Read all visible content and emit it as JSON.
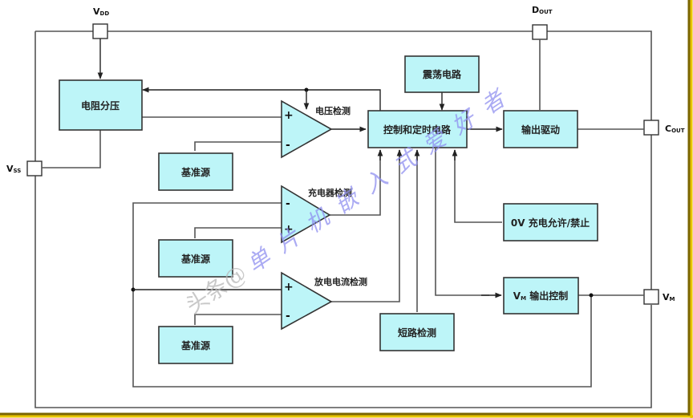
{
  "diagram": {
    "pins": {
      "vdd": {
        "main": "V",
        "sub": "DD"
      },
      "vss": {
        "main": "V",
        "sub": "SS"
      },
      "dout": {
        "main": "D",
        "sub": "OUT"
      },
      "cout": {
        "main": "C",
        "sub": "OUT"
      },
      "vm": {
        "main": "V",
        "sub": "M"
      }
    },
    "blocks": {
      "resistor_divider": "电阻分压",
      "oscillator": "震荡电路",
      "control_timing": "控制和定时电路",
      "output_driver": "输出驱动",
      "reference_1": "基准源",
      "reference_2": "基准源",
      "reference_3": "基准源",
      "zero_v_charge": "0V 充电允许/禁止",
      "vm_output_control": {
        "main": "V",
        "sub": "M",
        "rest": " 输出控制"
      },
      "short_detect": "短路检测"
    },
    "comparators": {
      "voltage_detect": {
        "label": "电压检测",
        "top_sign": "+",
        "bottom_sign": "-"
      },
      "charger_detect": {
        "label": "充电器检测",
        "top_sign": "-",
        "bottom_sign": "+"
      },
      "discharge_current_detect": {
        "label": "放电电流检测",
        "top_sign": "+",
        "bottom_sign": "-"
      }
    },
    "watermark": {
      "part1": "头条@",
      "part2": "单片机嵌入式爱好者"
    },
    "colors": {
      "block_fill": "#bdf5f8",
      "frame_border": "#c8a400",
      "watermark_blue": "#8f8ff0"
    }
  }
}
